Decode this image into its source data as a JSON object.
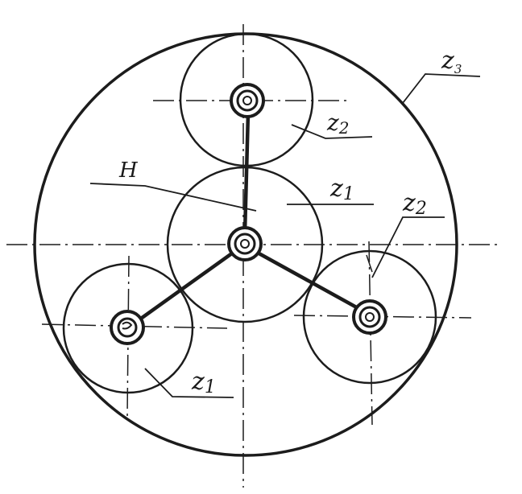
{
  "labels": {
    "ring_gear": {
      "main": "z",
      "sub": "3"
    },
    "planet_top": {
      "main": "z",
      "sub": "2"
    },
    "sun_gear": {
      "main": "z",
      "sub": "1"
    },
    "planet_right": {
      "main": "z",
      "sub": "2"
    },
    "planet_left": {
      "main": "z",
      "sub": "1"
    },
    "carrier": "H"
  },
  "colors": {
    "line": "#1c1c1c",
    "background": "#ffffff"
  }
}
